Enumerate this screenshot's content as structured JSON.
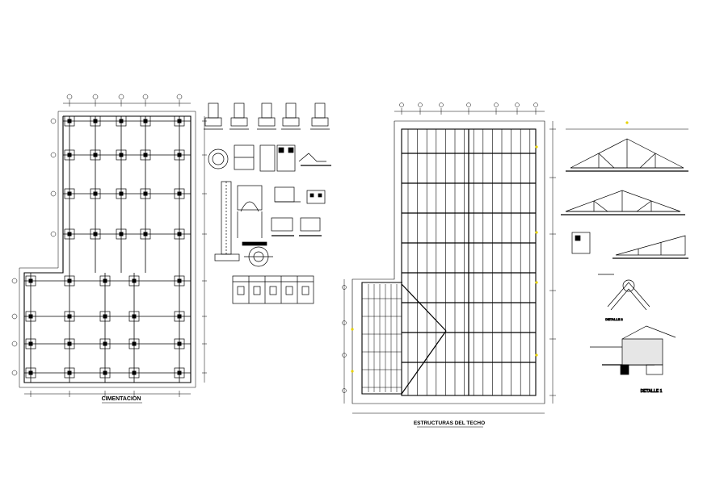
{
  "drawing": {
    "foundation_title": "CIMENTACION",
    "roof_title": "ESTRUCTURAS DEL TECHO",
    "detail_title": "DETALLE 1",
    "detail2_title": "DETALLE 2"
  },
  "colors": {
    "background": "#ffffff",
    "ink": "#000000",
    "accent": "#e8d200"
  }
}
